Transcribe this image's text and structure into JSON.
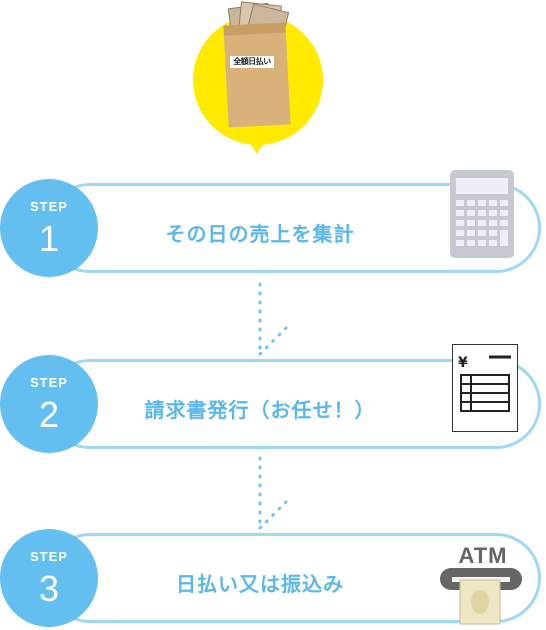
{
  "header": {
    "envelope_label": "全額日払い"
  },
  "steps": [
    {
      "step_word": "STEP",
      "number": "1",
      "text": "その日の売上を集計",
      "icon": "calculator-icon"
    },
    {
      "step_word": "STEP",
      "number": "2",
      "text": "請求書発行（お任せ！）",
      "icon": "invoice-icon"
    },
    {
      "step_word": "STEP",
      "number": "3",
      "text": "日払い又は振込み",
      "icon": "atm-icon"
    }
  ],
  "atm": {
    "label": "ATM"
  },
  "invoice": {
    "currency_symbol": "¥"
  },
  "colors": {
    "accent": "#62bff0",
    "text_accent": "#5ab7ec",
    "border": "#9fd8f7",
    "badge": "#ffea00"
  }
}
